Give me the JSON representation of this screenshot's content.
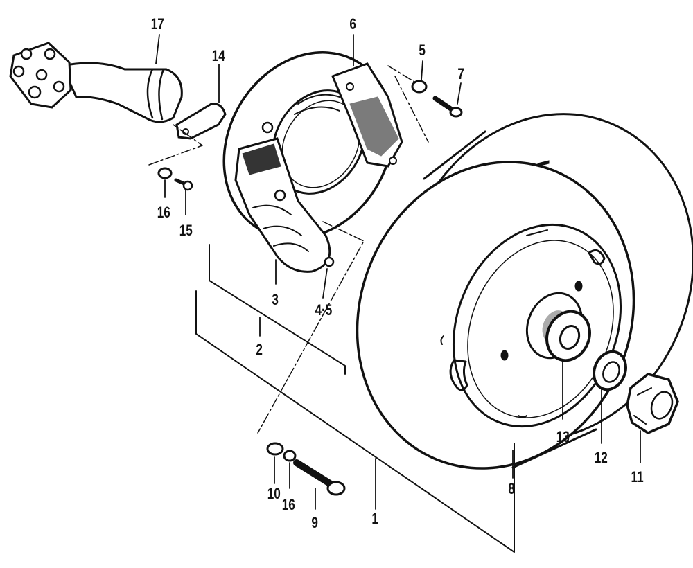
{
  "labels": {
    "p1": "1",
    "p2": "2",
    "p3": "3",
    "p45": "4·5",
    "p5": "5",
    "p6": "6",
    "p7": "7",
    "p8": "8",
    "p9": "9",
    "p10": "10",
    "p11": "11",
    "p12": "12",
    "p13": "13",
    "p14": "14",
    "p15": "15",
    "p16a": "16",
    "p16b": "16",
    "p17": "17"
  },
  "colors": {
    "ink": "#111111",
    "paper": "#ffffff"
  }
}
